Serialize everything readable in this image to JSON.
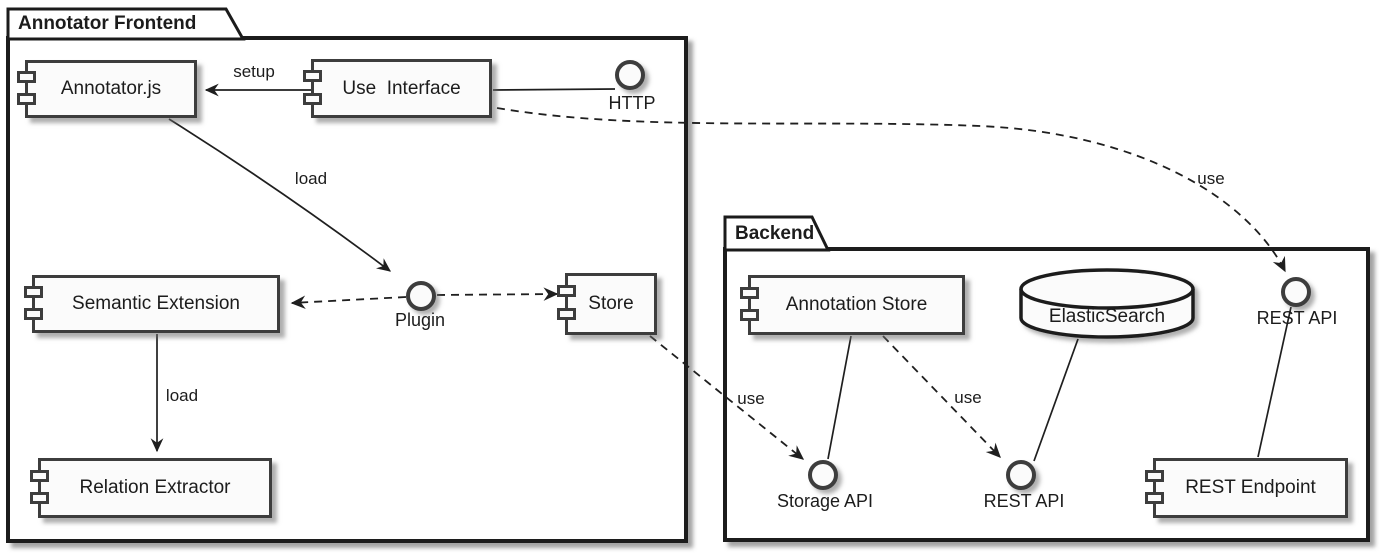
{
  "packages": {
    "frontend": {
      "label": "Annotator Frontend"
    },
    "backend": {
      "label": "Backend"
    }
  },
  "components": {
    "annotator_js": {
      "label": "Annotator.js"
    },
    "use_interface": {
      "label": "Use  Interface"
    },
    "semantic_extension": {
      "label": "Semantic Extension"
    },
    "relation_extractor": {
      "label": "Relation Extractor"
    },
    "store": {
      "label": "Store"
    },
    "annotation_store": {
      "label": "Annotation Store"
    },
    "rest_endpoint": {
      "label": "REST Endpoint"
    }
  },
  "interfaces": {
    "http": {
      "label": "HTTP"
    },
    "plugin": {
      "label": "Plugin"
    },
    "rest_api_top": {
      "label": "REST API"
    },
    "storage_api": {
      "label": "Storage API"
    },
    "rest_api_bottom": {
      "label": "REST API"
    }
  },
  "databases": {
    "elasticsearch": {
      "label": "ElasticSearch"
    }
  },
  "edges": {
    "setup": {
      "label": "setup",
      "style": "solid-arrow"
    },
    "load_plugin": {
      "label": "load",
      "style": "solid-arrow"
    },
    "load_relation": {
      "label": "load",
      "style": "solid-arrow"
    },
    "use_rest_top": {
      "label": "use",
      "style": "dashed-arrow"
    },
    "use_storage": {
      "label": "use",
      "style": "dashed-arrow"
    },
    "use_rest_backend": {
      "label": "use",
      "style": "dashed-arrow"
    }
  },
  "colors": {
    "background": "#ffffff",
    "node_fill": "#fbfbfb",
    "node_border": "#3d3d3d",
    "package_border": "#1b1b1b",
    "line": "#1f1f1f",
    "shadow": "#6e6e6e"
  }
}
